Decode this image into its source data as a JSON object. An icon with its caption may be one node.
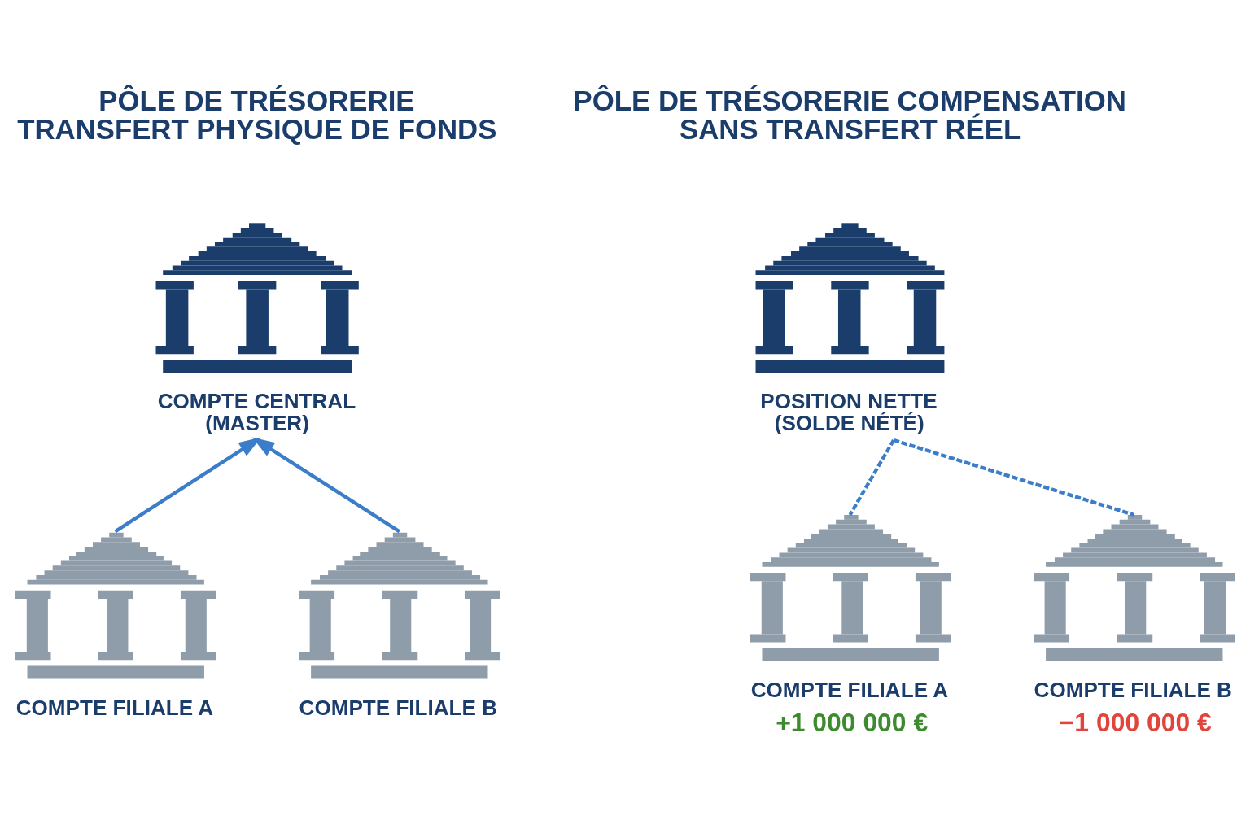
{
  "diagram": {
    "nodes": [
      {
        "text": [
          "COMPTE CENTRAL (MASTER)"
        ]
      },
      {
        "text": [
          "COMPTE FILIALE A"
        ]
      },
      {
        "text": [
          "COMPTE FILIALE B"
        ]
      },
      {
        "text": [
          "POSITION NETTE (SOLDE NÉTÉ)"
        ]
      },
      {
        "text": [
          "COMPTE FILIALE A",
          "+1 000 000 €"
        ]
      },
      {
        "text": [
          "COMPTE FILIALE B",
          "−1 000 000 €"
        ]
      }
    ],
    "edges": [
      {
        "from": 1,
        "to": 0,
        "arrow": "to"
      },
      {
        "from": 2,
        "to": 0,
        "arrow": "to"
      },
      {
        "from": 3,
        "to": 4,
        "arrow": "none",
        "style": "dashed"
      },
      {
        "from": 3,
        "to": 5,
        "arrow": "none",
        "style": "dashed"
      }
    ],
    "labels": [
      "PÔLE DE TRÉSORERIE TRANSFERT PHYSIQUE DE FONDS",
      "PÔLE DE TRÉSORERIE COMPENSATION SANS TRANSFERT RÉEL"
    ]
  }
}
